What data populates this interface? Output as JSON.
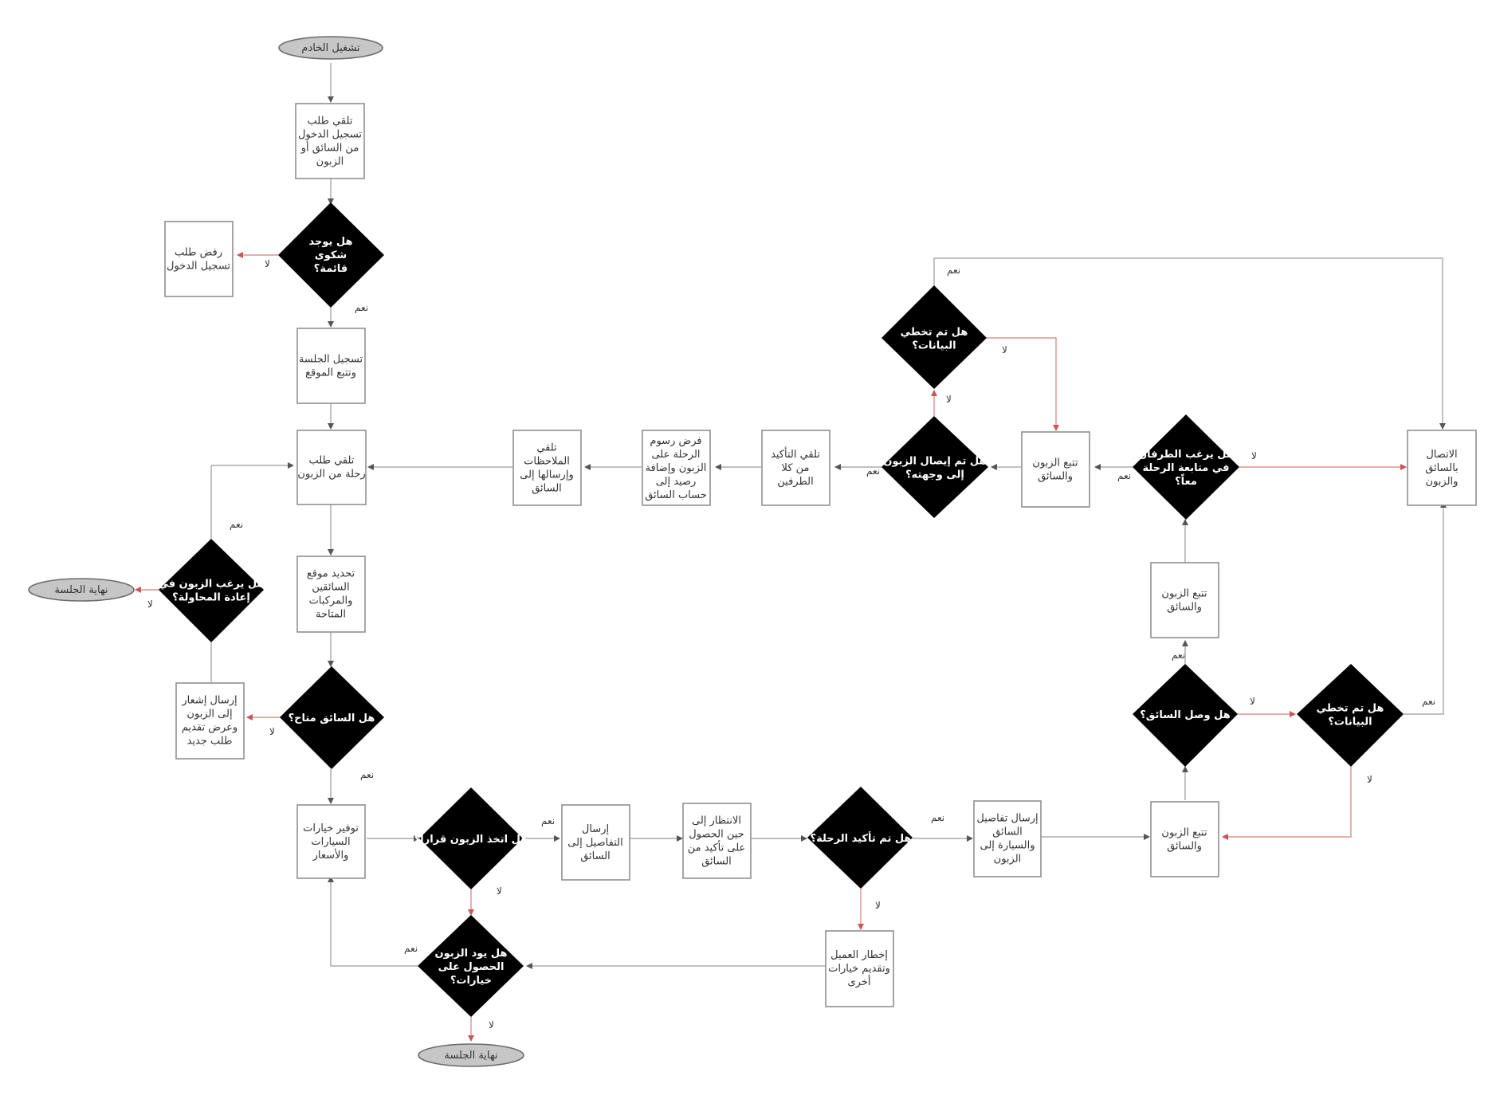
{
  "terminals": {
    "start": "تشغيل الخادم",
    "end_left": "نهاية الجلسة",
    "end_bottom": "نهاية الجلسة"
  },
  "processes": {
    "login_request": [
      "تلقي طلب",
      "تسجيل الدخول",
      "من السائق أو",
      "الزبون"
    ],
    "reject_login": [
      "رفض طلب",
      "تسجيل الدخول"
    ],
    "register_session": [
      "تسجيل الجلسة",
      "وتتبع الموقع"
    ],
    "receive_trip": [
      "تلقي طلب",
      "رحلة من الزبون"
    ],
    "locate_drivers": [
      "تحديد موقع",
      "السائقين",
      "والمركبات",
      "المتاحة"
    ],
    "notify_customer": [
      "إرسال إشعار",
      "إلى الزبون",
      "وعرض تقديم",
      "طلب جديد"
    ],
    "car_options": [
      "توفير خيارات",
      "السيارات",
      "والأسعار"
    ],
    "send_details": [
      "إرسال",
      "التفاصيل إلى",
      "السائق"
    ],
    "wait_confirm": [
      "الانتظار إلى",
      "حين الحصول",
      "على تأكيد من",
      "السائق"
    ],
    "send_driver_details": [
      "إرسال تفاصيل",
      "السائق",
      "والسيارة إلى",
      "الزبون"
    ],
    "notify_client_options": [
      "إخطار العميل",
      "وتقديم خيارات",
      "أخرى"
    ],
    "track_bottom": [
      "تتبع الزبون",
      "والسائق"
    ],
    "track_mid": [
      "تتبع الزبون",
      "والسائق"
    ],
    "track_top": [
      "تتبع الزبون",
      "والسائق"
    ],
    "contact": [
      "الاتصال",
      "بالسائق",
      "والزبون"
    ],
    "receive_confirmation": [
      "تلقي التأكيد",
      "من كلا",
      "الطرفين"
    ],
    "impose_fees": [
      "فرض رسوم",
      "الرحلة على",
      "الزبون وإضافة",
      "رصيد إلى",
      "حساب السائق"
    ],
    "receive_notes": [
      "تلقي",
      "الملاحظات",
      "وإرسالها إلى",
      "السائق"
    ]
  },
  "decisions": {
    "complaint": [
      "هل يوجد",
      "شكوى",
      "قائمة؟"
    ],
    "retry": [
      "هل يرغب الزبون في",
      "إعادة المحاولة؟"
    ],
    "driver_available": [
      "هل السائق متاح؟"
    ],
    "customer_decided": [
      "هل اتخذ الزبون قراراً؟"
    ],
    "wants_options": [
      "هل يود الزبون",
      "الحصول على",
      "خيارات؟"
    ],
    "trip_confirmed": [
      "هل تم تأكيد الرحلة؟"
    ],
    "driver_arrived": [
      "هل وصل السائق؟"
    ],
    "data_exceeded_bottom": [
      "هل تم تخطي",
      "البيانات؟"
    ],
    "continue_together": [
      "هل يرغب الطرفان",
      "في متابعة الرحلة",
      "معاً؟"
    ],
    "delivered": [
      "هل تم إيصال الزبون",
      "إلى وجهته؟"
    ],
    "data_exceeded_top": [
      "هل تم تخطي",
      "البيانات؟"
    ]
  },
  "labels": {
    "yes": "نعم",
    "no": "لا"
  },
  "colors": {
    "decision_fill": "#000000",
    "terminal_fill": "#c6c6c6",
    "no_branch_line": "#d77c7c",
    "line": "#9a9a9a"
  }
}
